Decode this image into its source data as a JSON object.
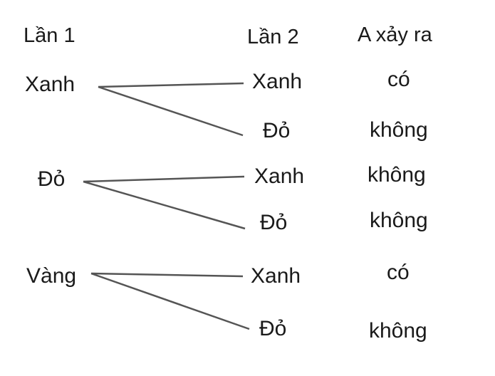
{
  "diagram": {
    "type": "probability-tree",
    "headers": {
      "col1": "Lần 1",
      "col2": "Lần 2",
      "col3": "A xảy ra"
    },
    "branches": [
      {
        "first": "Xanh",
        "outcomes": [
          {
            "second": "Xanh",
            "a_occurs": "có"
          },
          {
            "second": "Đỏ",
            "a_occurs": "không"
          }
        ]
      },
      {
        "first": "Đỏ",
        "outcomes": [
          {
            "second": "Xanh",
            "a_occurs": "không"
          },
          {
            "second": "Đỏ",
            "a_occurs": "không"
          }
        ]
      },
      {
        "first": "Vàng",
        "outcomes": [
          {
            "second": "Xanh",
            "a_occurs": "có"
          },
          {
            "second": "Đỏ",
            "a_occurs": "không"
          }
        ]
      }
    ],
    "colors": {
      "line": "#555555",
      "text": "#1a1a1a",
      "background": "#ffffff"
    }
  }
}
